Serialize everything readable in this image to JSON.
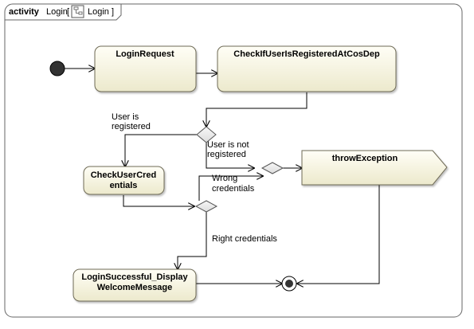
{
  "frame": {
    "keyword": "activity",
    "name": "Login",
    "bracket_open": "[",
    "tag": "Login",
    "bracket_close": "]"
  },
  "nodes": {
    "login_request": "LoginRequest",
    "check_registered": "CheckIfUserIsRegisteredAtCosDep",
    "check_credentials": [
      "CheckUserCred",
      "entials"
    ],
    "login_success": [
      "LoginSuccessful_Display",
      "WelcomeMessage"
    ],
    "throw_exception": "throwException"
  },
  "guards": {
    "user_registered": [
      "User is",
      "registered"
    ],
    "user_not_registered": [
      "User is not",
      "registered"
    ],
    "wrong_credentials": [
      "Wrong",
      "credentials"
    ],
    "right_credentials": "Right credentials"
  },
  "colors": {
    "action_fill_top": "#fffef6",
    "action_fill_bottom": "#ece9cc",
    "action_border": "#6e6a55",
    "decision_fill": "#e9e9e9",
    "frame_border": "#666666",
    "line": "#000000"
  }
}
